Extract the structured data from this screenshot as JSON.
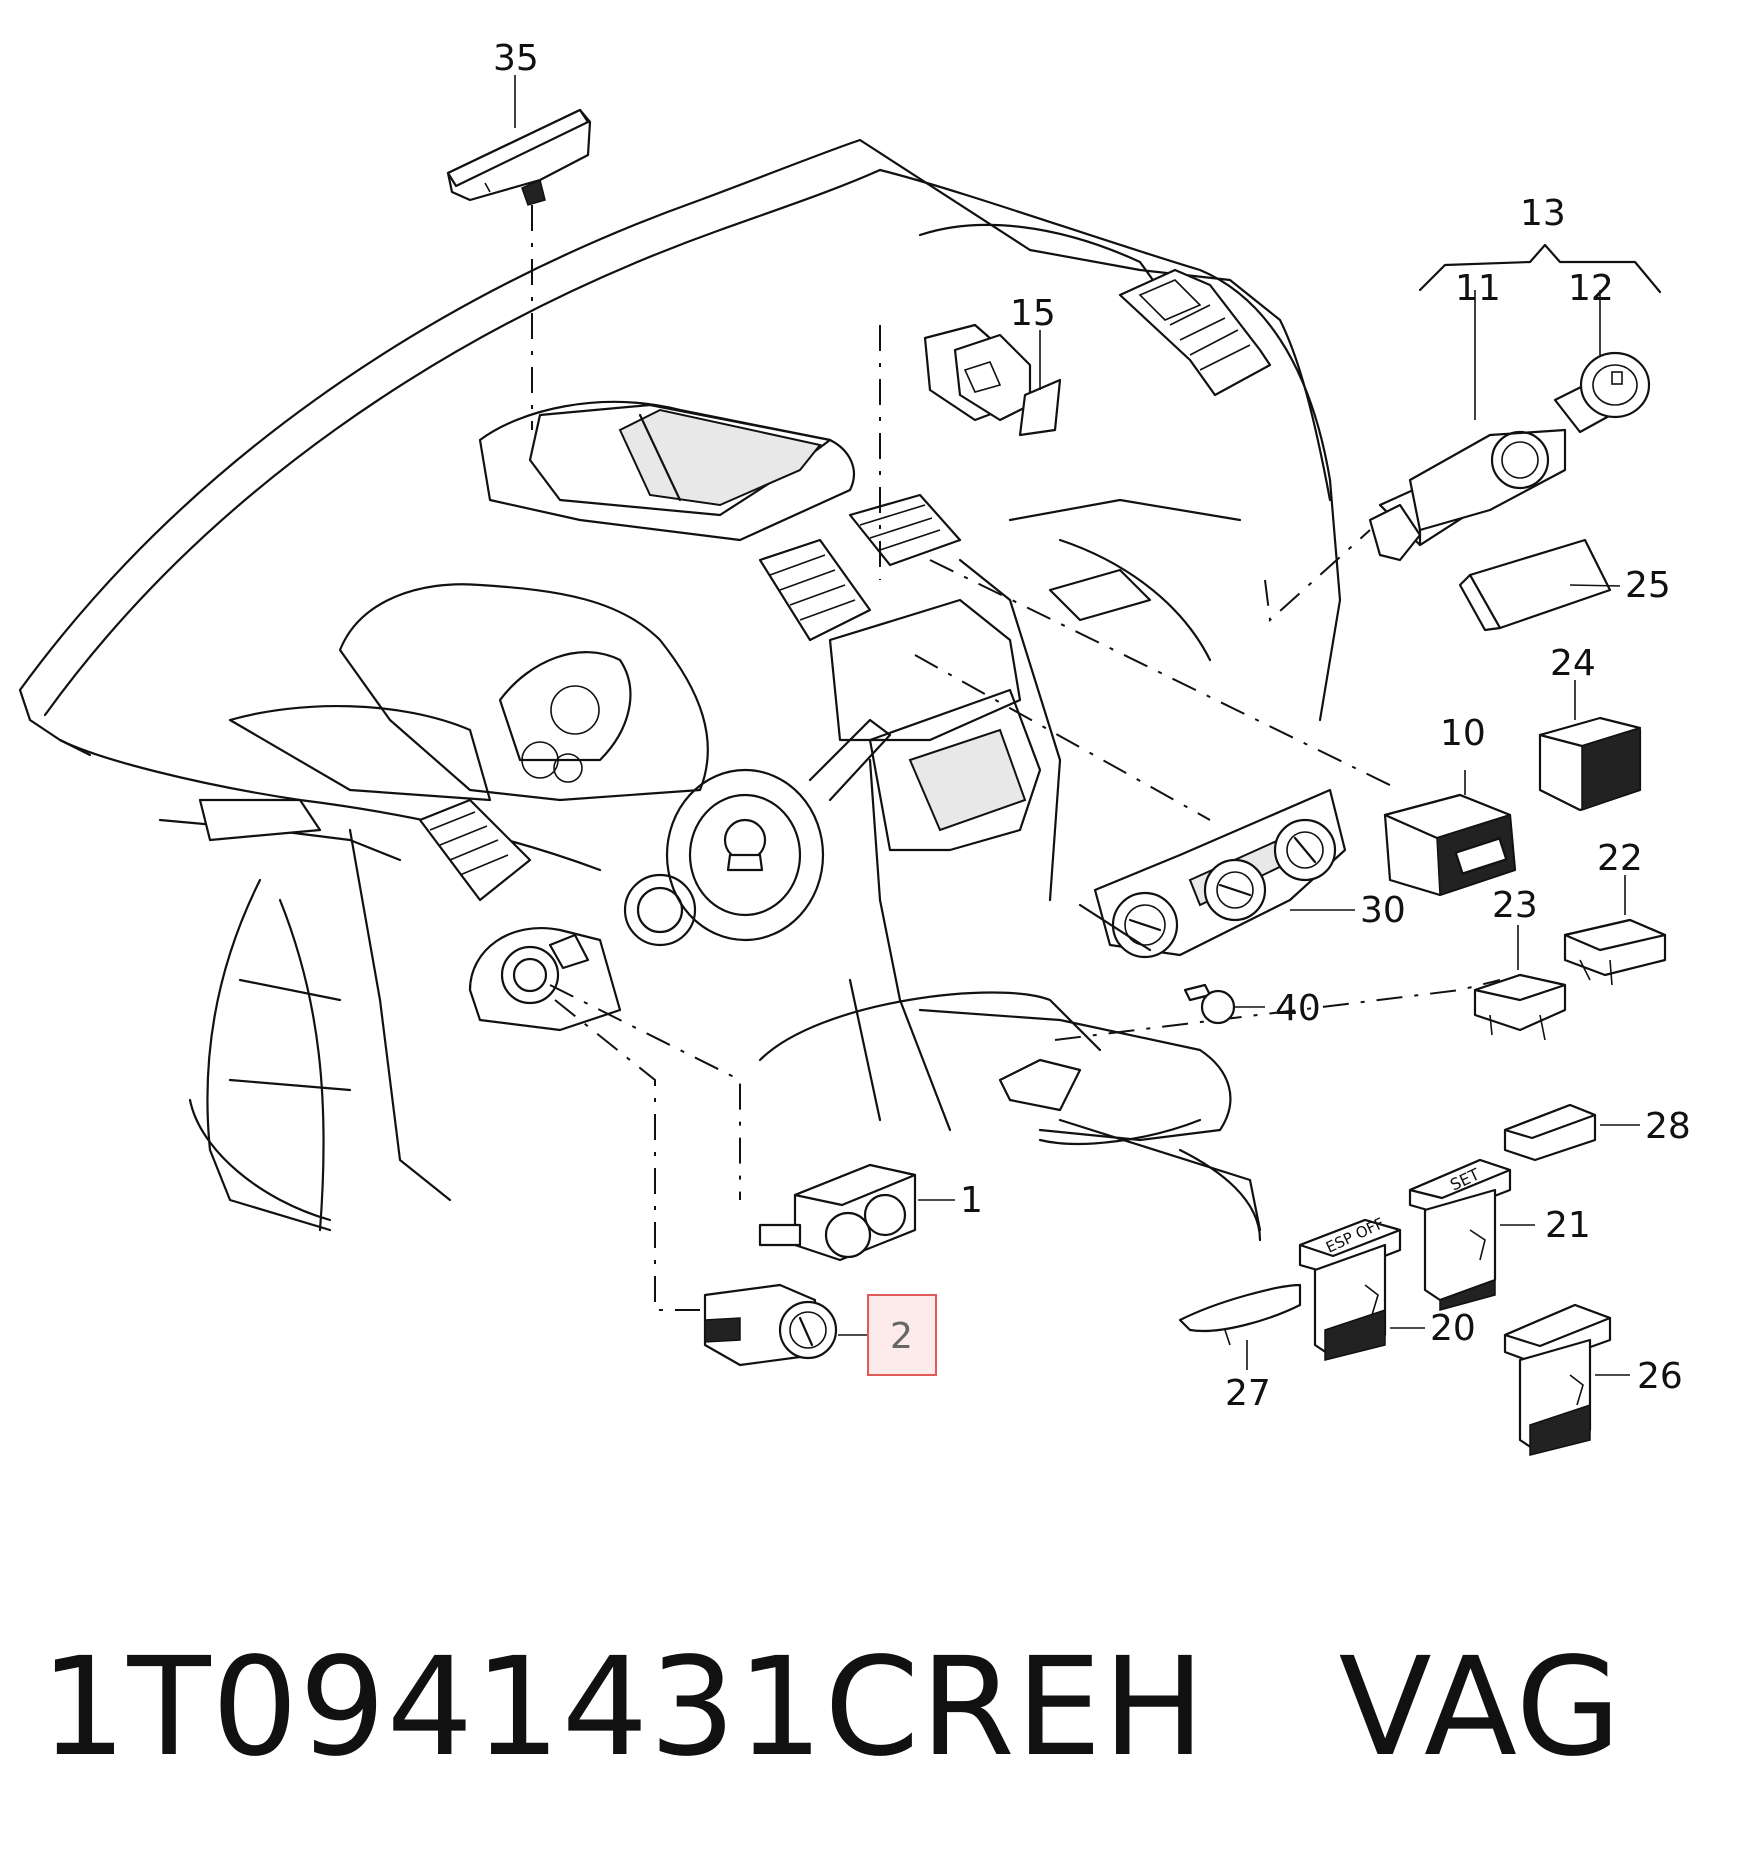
{
  "diagram": {
    "callouts": {
      "c35": "35",
      "c13": "13",
      "c11": "11",
      "c12": "12",
      "c15": "15",
      "c25": "25",
      "c24": "24",
      "c10": "10",
      "c22": "22",
      "c30": "30",
      "c23": "23",
      "c40": "40",
      "c28": "28",
      "c1": "1",
      "c21": "21",
      "c2": "2",
      "c20": "20",
      "c26": "26",
      "c27": "27"
    },
    "highlighted_callout": "2",
    "button_texts": {
      "esp_off": "ESP OFF",
      "set": "SET"
    }
  },
  "footer": {
    "part_number": "1T0941431CREH",
    "brand": "VAG"
  }
}
